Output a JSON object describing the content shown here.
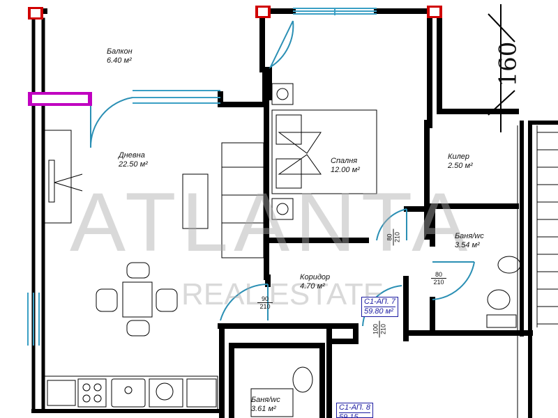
{
  "rooms": {
    "balcony": {
      "name": "Балкон",
      "area": "6.40 м²"
    },
    "living": {
      "name": "Дневна",
      "area": "22.50 м²"
    },
    "bedroom": {
      "name": "Спалня",
      "area": "12.00 м²"
    },
    "storage": {
      "name": "Килер",
      "area": "2.50 м²"
    },
    "bath1": {
      "name": "Баня/wc",
      "area": "3.54 м²"
    },
    "corridor": {
      "name": "Коридор",
      "area": "4.70 м²"
    },
    "bath2": {
      "name": "Баня/wc",
      "area": "3.61 м²"
    }
  },
  "doors": {
    "bedroom": {
      "width": "80",
      "height": "210"
    },
    "bath1": {
      "width": "80",
      "height": "210"
    },
    "living": {
      "width": "90",
      "height": "210"
    },
    "entrance": {
      "width": "100",
      "height": "210"
    }
  },
  "tags": {
    "apt7": {
      "name": "С1-АП. 7",
      "area": "59.80 м²"
    },
    "apt8": {
      "name": "С1-АП. 8",
      "area": "59.15"
    }
  },
  "dimension": "160",
  "watermark": {
    "brand": "ATLANTA",
    "sub": "REAL ESTATE"
  },
  "colors": {
    "wall": "#000000",
    "window": "#3a9fc4",
    "door_arc": "#2a8fb4",
    "column": "#d00000",
    "magenta": "#c000c0",
    "tag": "#1a1aa0"
  }
}
